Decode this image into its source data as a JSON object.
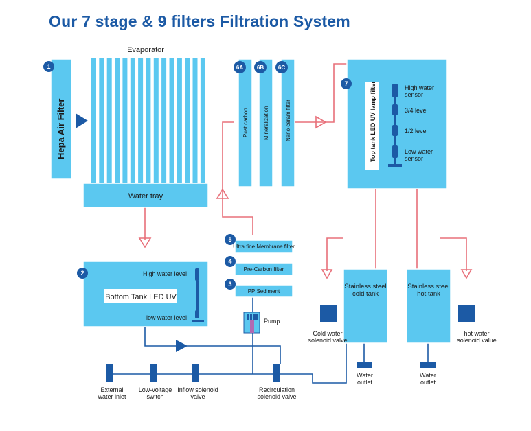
{
  "title": "Our 7 stage & 9 filters Filtration System",
  "components": {
    "hepa": {
      "badge": "1",
      "label": "Hepa Air Filter"
    },
    "evaporator": {
      "label": "Evaporator"
    },
    "water_tray": {
      "label": "Water tray"
    },
    "bottom_tank": {
      "badge": "2",
      "label": "Bottom Tank LED UV",
      "high_level": "High water level",
      "low_level": "low water level"
    },
    "pp_sediment": {
      "badge": "3",
      "label": "PP Sediment"
    },
    "pre_carbon": {
      "badge": "4",
      "label": "Pre-Carbon filter"
    },
    "membrane": {
      "badge": "5",
      "label": "Ultra fine Membrane filter"
    },
    "post_carbon": {
      "badge": "6A",
      "label": "Post carbon"
    },
    "mineralization": {
      "badge": "6B",
      "label": "Mineralization"
    },
    "nano_ceram": {
      "badge": "6C",
      "label": "Nano ceram filter"
    },
    "top_tank": {
      "badge": "7",
      "label": "Top tank LED UV lamp filter",
      "sensor_high_1": "High water",
      "sensor_high_2": "sensor",
      "level_34": "3/4 level",
      "level_12": "1/2 level",
      "sensor_low_1": "Low water",
      "sensor_low_2": "sensor"
    },
    "pump": {
      "label": "Pump"
    },
    "cold_tank": {
      "line1": "Stainless steel",
      "line2": "cold tank"
    },
    "hot_tank": {
      "line1": "Stainless steel",
      "line2": "hot tank"
    },
    "cold_valve": {
      "line1": "Cold water",
      "line2": "solenoid valve"
    },
    "hot_valve": {
      "line1": "hot water",
      "line2": "solenoid value"
    },
    "cold_outlet": {
      "line1": "Water",
      "line2": "outlet"
    },
    "hot_outlet": {
      "line1": "Water",
      "line2": "outlet"
    },
    "external_inlet": {
      "line1": "External",
      "line2": "water inlet"
    },
    "low_voltage_switch": {
      "line1": "Low-voltage",
      "line2": "switch"
    },
    "inflow_valve": {
      "line1": "Inflow solenoid",
      "line2": "valve"
    },
    "recirculation_valve": {
      "line1": "Recirculation",
      "line2": "solenoid valve"
    }
  },
  "colors": {
    "title": "#1c5aa5",
    "box": "#5bc8f0",
    "box_stroke": "#ffffff",
    "pipe_blue": "#1c5aa5",
    "pipe_red": "#e8707a",
    "badge": "#1c5aa5",
    "sensor": "#1c5aa5"
  }
}
